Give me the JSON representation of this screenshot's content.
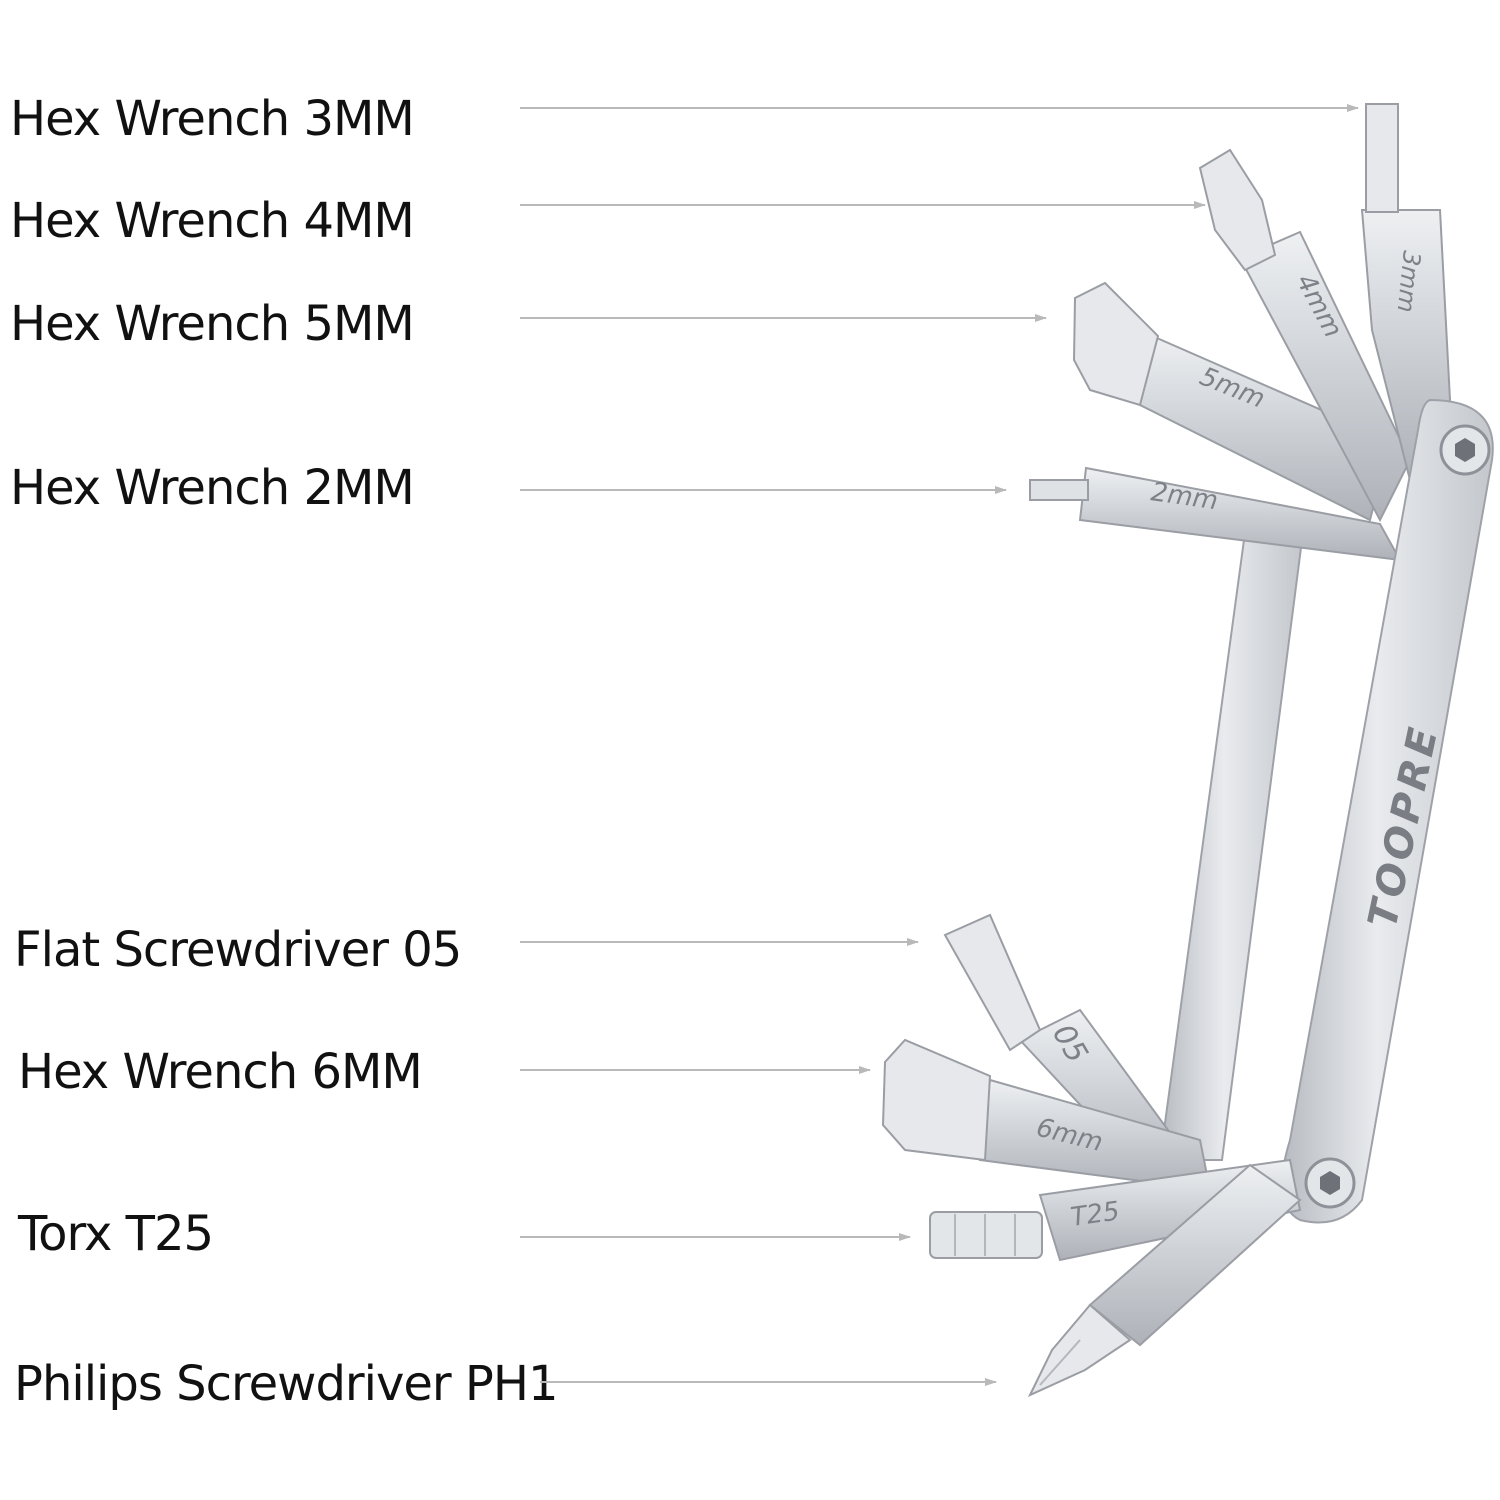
{
  "callouts": [
    {
      "id": "hex-3mm",
      "label": "Hex Wrench 3MM"
    },
    {
      "id": "hex-4mm",
      "label": "Hex Wrench 4MM"
    },
    {
      "id": "hex-5mm",
      "label": "Hex Wrench 5MM"
    },
    {
      "id": "hex-2mm",
      "label": "Hex Wrench 2MM"
    },
    {
      "id": "flat-05",
      "label": "Flat Screwdriver 05"
    },
    {
      "id": "hex-6mm",
      "label": "Hex Wrench 6MM"
    },
    {
      "id": "torx-t25",
      "label": "Torx T25"
    },
    {
      "id": "philips-ph1",
      "label": "Philips Screwdriver PH1"
    }
  ],
  "engravings": {
    "hex_3mm": "3mm",
    "hex_4mm": "4mm",
    "hex_5mm": "5mm",
    "hex_2mm": "2mm",
    "flat_05": "05",
    "hex_6mm": "6mm",
    "torx_t25": "T25"
  },
  "brand": "TOOPRE",
  "colors": {
    "leader": "#b9b9b9",
    "metal": "#d4d7db",
    "metal_light": "#eceef0",
    "metal_dark": "#a4a8ae",
    "text": "#111111"
  }
}
